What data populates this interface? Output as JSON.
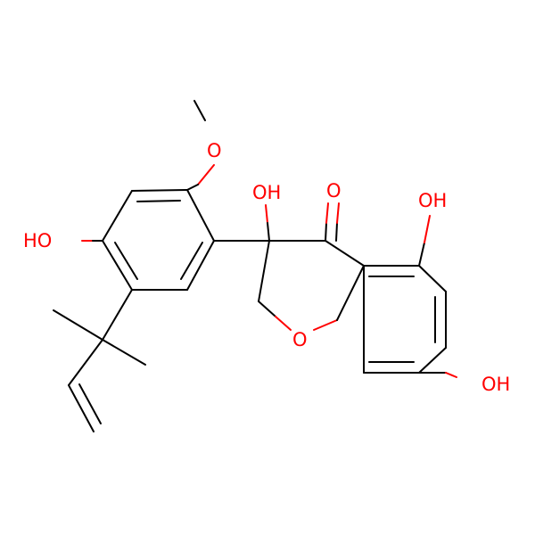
{
  "molecule": {
    "atom_labels": {
      "methoxy_o": "O",
      "phenol_oh": "HO",
      "c3_oh": "OH",
      "ketone_o": "O",
      "c5_oh": "OH",
      "ring_o": "O",
      "c7_oh": "OH"
    },
    "colors": {
      "bond": "#000000",
      "heteroatom": "#ff0000",
      "background": "#ffffff"
    }
  }
}
